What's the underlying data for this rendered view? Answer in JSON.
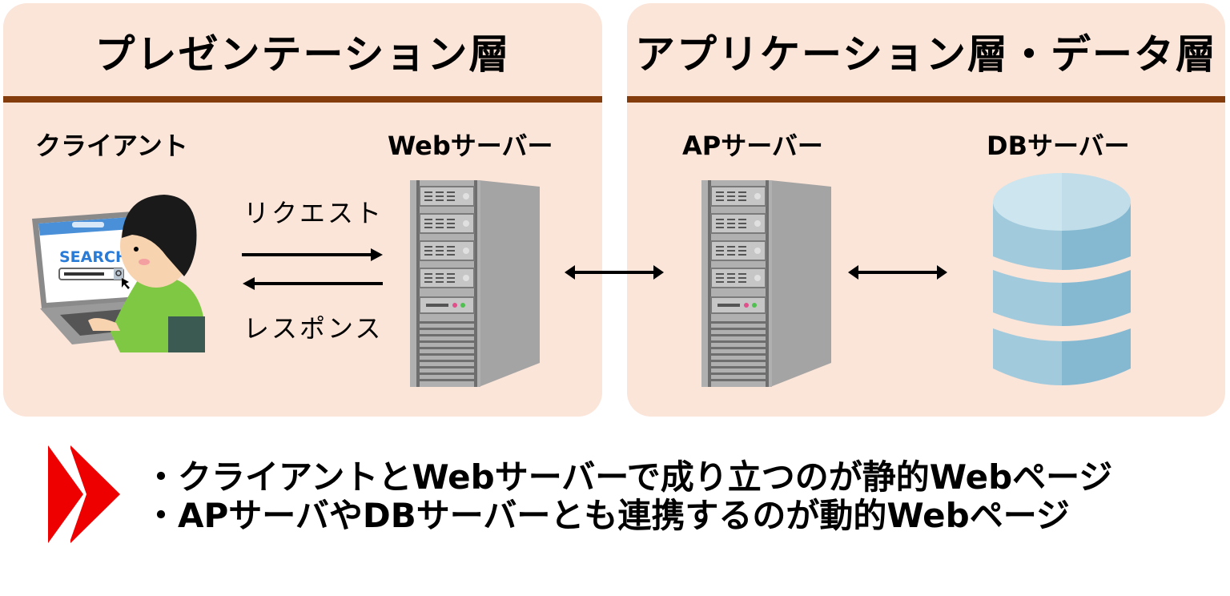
{
  "panels": {
    "presentation": {
      "title": "プレゼンテーション層",
      "nodes": {
        "client": "クライアント",
        "web_server": "Webサーバー"
      },
      "flows": {
        "request": "リクエスト",
        "response": "レスポンス"
      }
    },
    "application_data": {
      "title": "アプリケーション層・データ層",
      "nodes": {
        "ap_server": "APサーバー",
        "db_server": "DBサーバー"
      }
    }
  },
  "illustration": {
    "search_text": "SEARCH"
  },
  "summary": {
    "lines": [
      "・クライアントとWebサーバーで成り立つのが静的Webページ",
      "・APサーバやDBサーバーとも連携するのが動的Webページ"
    ]
  },
  "colors": {
    "panel_bg": "#fbe4d8",
    "rule": "#843c0c",
    "accent_red": "#ee0000",
    "db_light": "#a0c9dc",
    "db_dark": "#83b8d1"
  }
}
